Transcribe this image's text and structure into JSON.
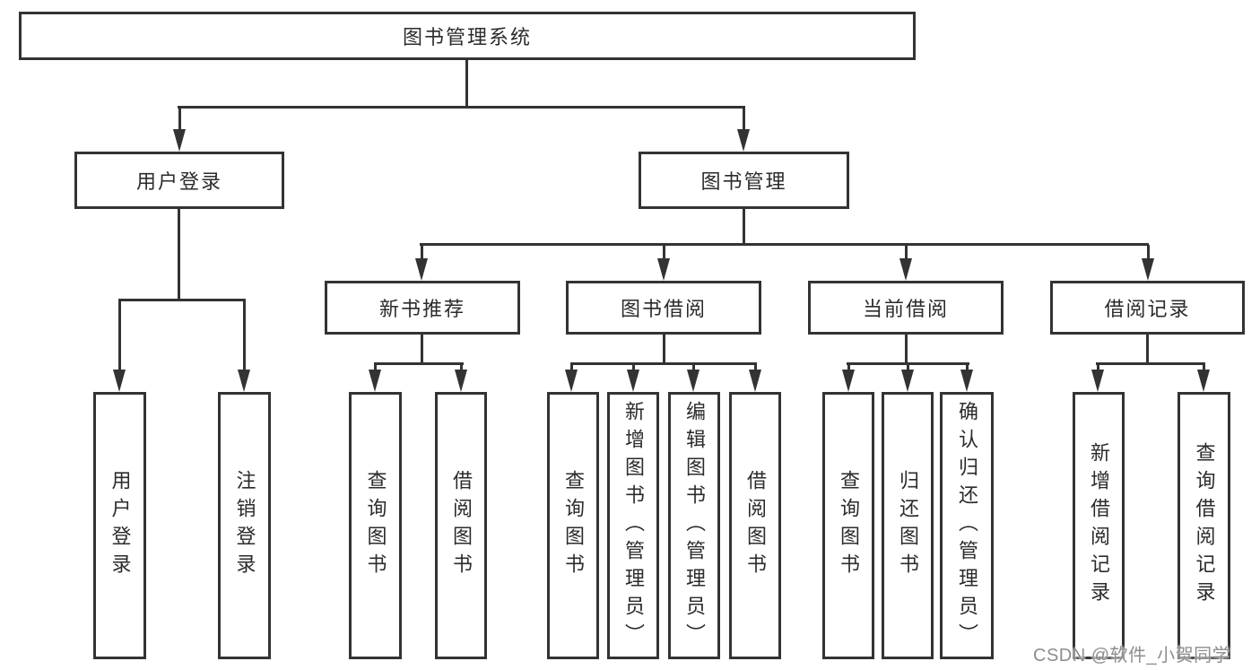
{
  "diagram_title": "图书管理系统",
  "colors": {
    "line": "#333333",
    "box_border": "#333333",
    "text": "#2b2b2b",
    "background": "#ffffff",
    "watermark": "#8d8d8d"
  },
  "watermark": {
    "text": "CSDN @软件_小贺同学"
  },
  "tree": {
    "label": "图书管理系统",
    "children": [
      {
        "label": "用户登录",
        "children": [
          {
            "label": "用户登录"
          },
          {
            "label": "注销登录"
          }
        ]
      },
      {
        "label": "图书管理",
        "children": [
          {
            "label": "新书推荐",
            "children": [
              {
                "label": "查询图书"
              },
              {
                "label": "借阅图书"
              }
            ]
          },
          {
            "label": "图书借阅",
            "children": [
              {
                "label": "查询图书"
              },
              {
                "label": "新增图书（管理员）"
              },
              {
                "label": "编辑图书（管理员）"
              },
              {
                "label": "借阅图书"
              }
            ]
          },
          {
            "label": "当前借阅",
            "children": [
              {
                "label": "查询图书"
              },
              {
                "label": "归还图书"
              },
              {
                "label": "确认归还（管理员）"
              }
            ]
          },
          {
            "label": "借阅记录",
            "children": [
              {
                "label": "新增借阅记录"
              },
              {
                "label": "查询借阅记录"
              }
            ]
          }
        ]
      }
    ]
  }
}
